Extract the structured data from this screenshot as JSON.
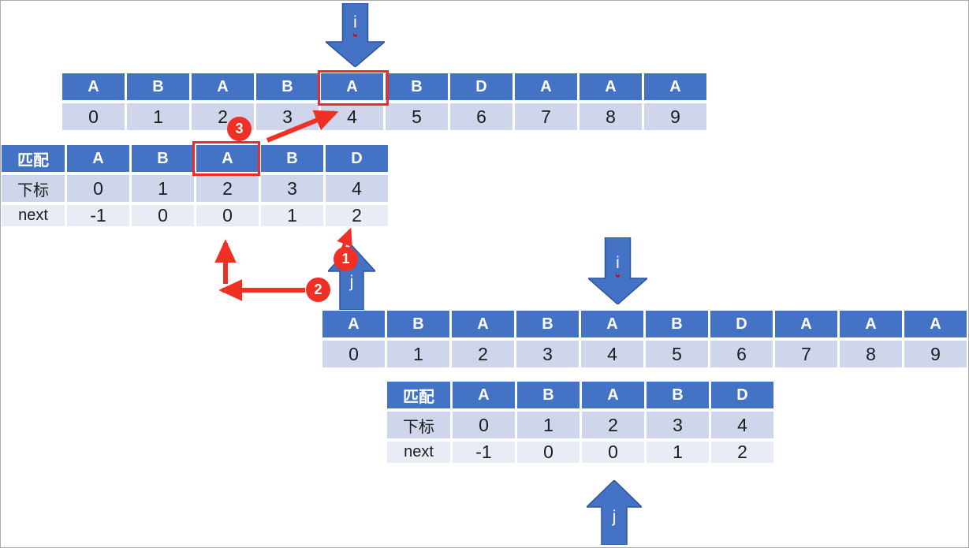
{
  "colors": {
    "header_blue": "#4472C4",
    "arrow_border_blue": "#2F5496",
    "band_dark": "#CFD5EA",
    "band_light": "#E9EBF5",
    "annotation_red": "#EE3124",
    "frame_gray": "#ABABAB"
  },
  "main_table": {
    "chars": [
      "A",
      "B",
      "A",
      "B",
      "A",
      "B",
      "D",
      "A",
      "A",
      "A"
    ],
    "indices": [
      "0",
      "1",
      "2",
      "3",
      "4",
      "5",
      "6",
      "7",
      "8",
      "9"
    ]
  },
  "pattern_table": {
    "header_label": "匹配",
    "index_label": "下标",
    "next_label": "next",
    "chars": [
      "A",
      "B",
      "A",
      "B",
      "D"
    ],
    "indices": [
      "0",
      "1",
      "2",
      "3",
      "4"
    ],
    "next": [
      "-1",
      "0",
      "0",
      "1",
      "2"
    ]
  },
  "arrow_labels": {
    "i1": "i",
    "j1": "j",
    "i2": "i",
    "j2": "j"
  },
  "steps": {
    "s1": "1",
    "s2": "2",
    "s3": "3"
  }
}
